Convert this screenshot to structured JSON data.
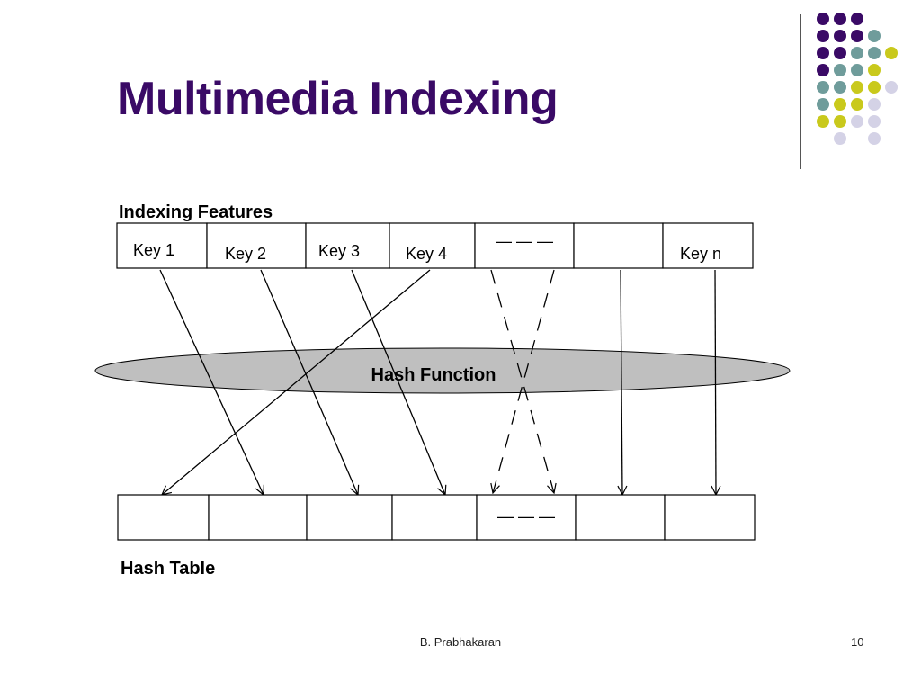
{
  "slide": {
    "title": "Multimedia Indexing",
    "footer_author": "B. Prabhakaran",
    "page_number": "10"
  },
  "colors": {
    "title": "#3a0a66",
    "dot_purple": "#3a0a66",
    "dot_teal": "#6f9c9b",
    "dot_yellow": "#c9c91c",
    "dot_lavender": "#d4d2e6",
    "hash_function_fill": "#bfbfbf"
  },
  "decoration": {
    "dots": [
      [
        "purple",
        "purple",
        "purple",
        "",
        "",
        ""
      ],
      [
        "purple",
        "purple",
        "purple",
        "teal",
        "",
        ""
      ],
      [
        "purple",
        "purple",
        "teal",
        "teal",
        "yellow",
        ""
      ],
      [
        "purple",
        "teal",
        "teal",
        "yellow",
        "",
        ""
      ],
      [
        "teal",
        "teal",
        "yellow",
        "yellow",
        "lavender",
        ""
      ],
      [
        "teal",
        "yellow",
        "yellow",
        "lavender",
        "",
        ""
      ],
      [
        "yellow",
        "yellow",
        "lavender",
        "lavender",
        "",
        ""
      ],
      [
        "",
        "lavender",
        "",
        "lavender",
        "",
        ""
      ]
    ]
  },
  "diagram": {
    "features_label": "Indexing Features",
    "hash_function_label": "Hash Function",
    "hash_table_label": "Hash Table",
    "keys": [
      "Key 1",
      "Key 2",
      "Key 3",
      "Key 4",
      "— — —",
      "",
      "Key n"
    ],
    "table_slots": [
      "",
      "",
      "",
      "",
      "— — —",
      "",
      ""
    ],
    "mappings": [
      {
        "from": 0,
        "to": 1,
        "style": "solid"
      },
      {
        "from": 1,
        "to": 2,
        "style": "solid"
      },
      {
        "from": 2,
        "to": 3,
        "style": "solid"
      },
      {
        "from": 3,
        "to": 0,
        "style": "solid"
      },
      {
        "from": 4,
        "to": 4,
        "style": "dashed"
      },
      {
        "from": 4,
        "to": 4,
        "style": "dashed"
      },
      {
        "from": 5,
        "to": 5,
        "style": "solid"
      },
      {
        "from": 6,
        "to": 6,
        "style": "solid"
      }
    ]
  }
}
